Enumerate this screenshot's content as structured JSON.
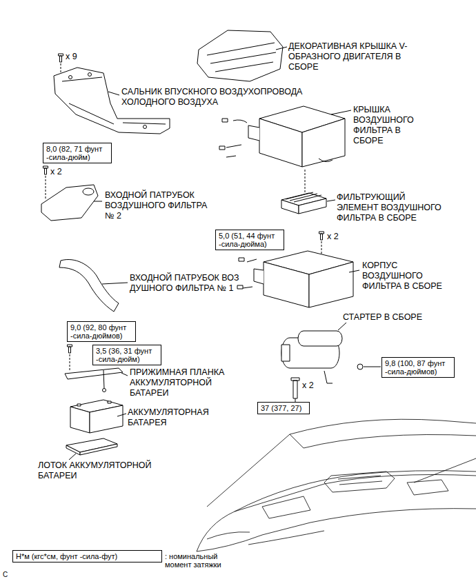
{
  "diagram": {
    "nodes": [
      {
        "text": [
          "8,0 (82, 71 фунт -сила-дюйм)"
        ]
      },
      {
        "text": [
          "5,0 (51, 44 фунт -сила-дюйма)"
        ]
      },
      {
        "text": [
          "9,0 (92, 80 фунт -сила-дюймов)"
        ]
      },
      {
        "text": [
          "3,5 (36, 31 фунт -сила-дюйм)"
        ]
      },
      {
        "text": [
          "9,8 (100, 87 фунт -сила-дюймов)"
        ]
      },
      {
        "text": [
          "37 (377, 27)"
        ]
      },
      {
        "text": [
          "Н*м (кгс*см, фунт -сила-фут)",
          ": номинальный момент затяжки"
        ]
      }
    ],
    "labels": [
      "x 9",
      "ДЕКОРАТИВНАЯ КРЫШКА V-ОБРАЗНОГО ДВИГАТЕЛЯ В СБОРЕ",
      "САЛЬНИК ВПУСКНОГО ВОЗДУХОПРОВОДА ХОЛОДНОГО ВОЗДУХА",
      "КРЫШКА ВОЗДУШНОГО ФИЛЬТРА В СБОРЕ",
      "x 2",
      "ВХОДНОЙ ПАТРУБОК ВОЗДУШНОГО ФИЛЬТРА № 2",
      "ФИЛЬТРУЮЩИЙ ЭЛЕМЕНТ ВОЗДУШНОГО ФИЛЬТРА В СБОРЕ",
      "x 2",
      "КОРПУС ВОЗДУШНОГО ФИЛЬТРА В СБОРЕ",
      "ВХОДНОЙ ПАТРУБОК ВОЗ ДУШНОГО ФИЛЬТРА № 1",
      "СТАРТЕР В СБОРЕ",
      "ПРИЖИМНАЯ ПЛАНКА АККУМУЛЯТОРНОЙ БАТАРЕИ",
      "АККУМУЛЯТОРНАЯ БАТАРЕЯ",
      "x 2",
      "ЛОТОК АККУМУЛЯТОРНОЙ БАТАРЕИ",
      "C"
    ]
  }
}
